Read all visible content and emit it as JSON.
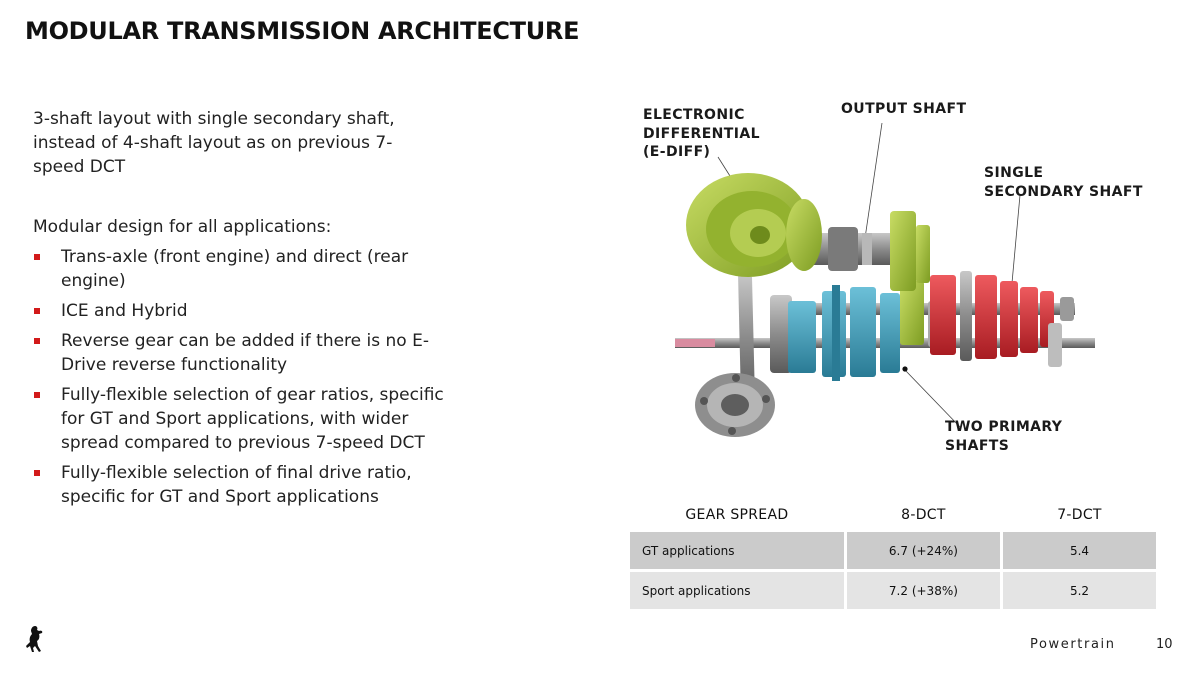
{
  "slide": {
    "title": "MODULAR TRANSMISSION ARCHITECTURE",
    "intro": "3-shaft layout with single secondary shaft, instead of  4-shaft layout as on previous 7-speed DCT",
    "modular_heading": "Modular design for all applications:",
    "bullets": [
      "Trans-axle (front engine) and direct (rear engine)",
      "ICE and Hybrid",
      "Reverse gear can be added if there is no E-Drive reverse functionality",
      "Fully-flexible selection of gear ratios, specific for GT and Sport applications, with wider spread compared to previous 7-speed DCT",
      "Fully-flexible selection of final drive ratio, specific for GT and Sport applications"
    ]
  },
  "diagram": {
    "labels": {
      "e_diff_line1": "ELECTRONIC",
      "e_diff_line2": "DIFFERENTIAL",
      "e_diff_line3": "(E-DIFF)",
      "output_shaft": "OUTPUT SHAFT",
      "secondary_line1": "SINGLE",
      "secondary_line2": "SECONDARY SHAFT",
      "primary_line1": "TWO PRIMARY",
      "primary_line2": "SHAFTS"
    },
    "colors": {
      "green_gear": "#a6c43a",
      "blue_gear": "#3f9fbd",
      "red_gear": "#d8323a",
      "shaft": "#8a8a8a"
    }
  },
  "gear_table": {
    "headers": [
      "GEAR SPREAD",
      "8-DCT",
      "7-DCT"
    ],
    "rows": [
      [
        "GT applications",
        "6.7 (+24%)",
        "5.4"
      ],
      [
        "Sport applications",
        "7.2 (+38%)",
        "5.2"
      ]
    ]
  },
  "footer": {
    "section": "Powertrain",
    "page": "10",
    "logo_icon": "prancing-horse-icon"
  }
}
